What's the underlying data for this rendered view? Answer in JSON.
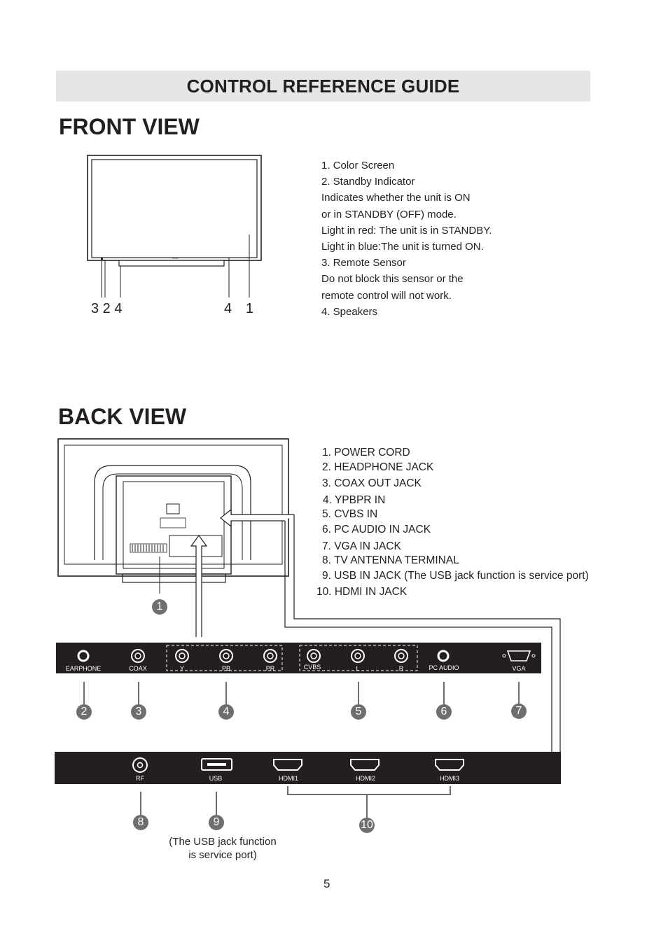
{
  "header": {
    "title": "CONTROL REFERENCE GUIDE"
  },
  "front_view": {
    "heading": "FRONT  VIEW",
    "brand_mark": "RCA",
    "callouts_left": "3 2 4",
    "callout_4": "4",
    "callout_1": "1",
    "legend": [
      "1. Color  Screen",
      "2. Standby  Indicator",
      "Indicates whether the unit is ON",
      "or in STANDBY (OFF) mode.",
      "Light in red: The unit is in STANDBY.",
      "Light in blue:The unit is turned ON.",
      "3. Remote  Sensor",
      "Do not block this sensor or the",
      "remote control will not work.",
      "4. Speakers"
    ]
  },
  "back_view": {
    "heading": "BACK  VIEW",
    "legend": [
      "1. POWER CORD",
      "2. HEADPHONE  JACK",
      "3. COAX  OUT  JACK",
      "4. YPBPR  IN",
      "5. CVBS IN",
      "6. PC  AUDIO  IN  JACK",
      "7. VGA  IN  JACK",
      "8. TV ANTENNA TERMINAL",
      "9. USB  IN  JACK (The USB jack function is service port)",
      "10. HDMI  IN  JACK"
    ],
    "power_badge": "1",
    "side_panel": {
      "labels": [
        "EARPHONE",
        "COAX",
        "Y",
        "PB",
        "PR",
        "CVBS",
        "L",
        "R",
        "PC AUDIO",
        "VGA"
      ],
      "badges": [
        "2",
        "3",
        "4",
        "5",
        "6",
        "7"
      ]
    },
    "bottom_panel": {
      "labels": [
        "RF",
        "USB",
        "HDMI1",
        "HDMI2",
        "HDMI3"
      ],
      "badges": [
        "8",
        "9",
        "10"
      ]
    },
    "usb_note_line1": "(The USB jack function",
    "usb_note_line2": "is service port)"
  },
  "page_number": "5",
  "colors": {
    "panel": "#231f20",
    "badge": "#6d6e70",
    "banner": "#e6e6e6"
  }
}
